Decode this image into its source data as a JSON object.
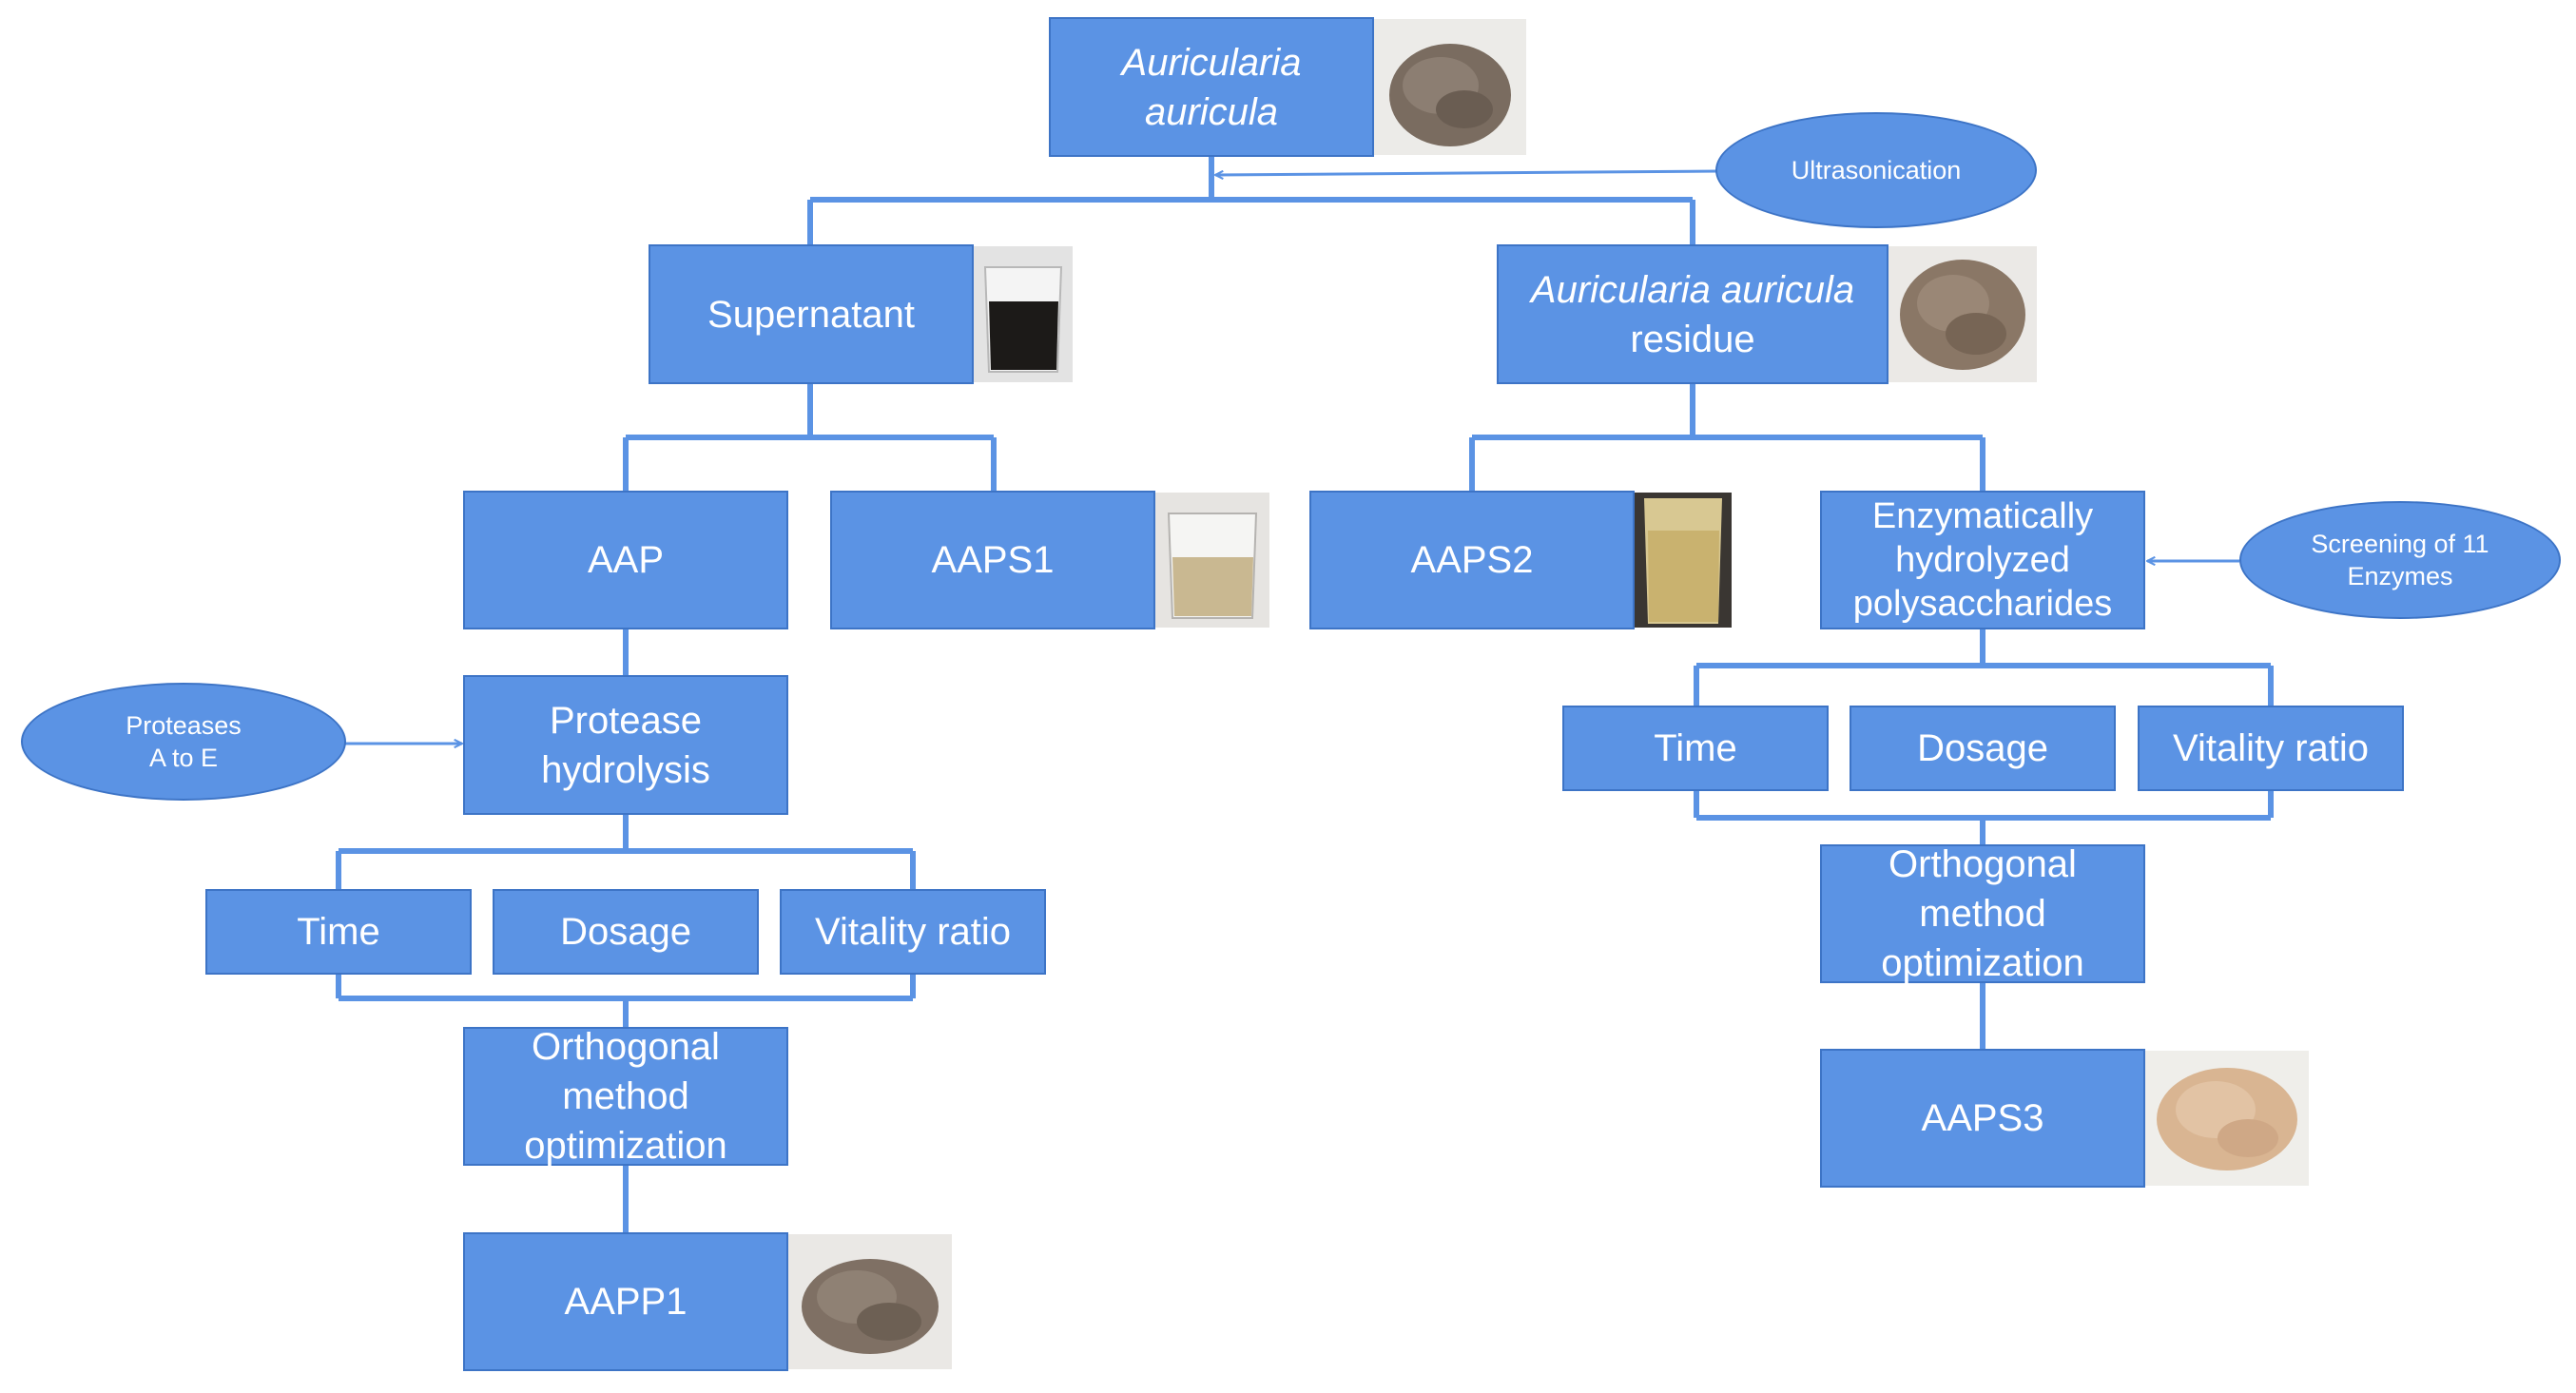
{
  "colors": {
    "box_fill": "#5b93e4",
    "box_border": "#3d74c6",
    "connector": "#5b93e4",
    "text": "#ffffff"
  },
  "nodes": {
    "auricularia": {
      "line1": "Auricularia",
      "line2": "auricula"
    },
    "supernatant": "Supernatant",
    "residue": {
      "line1": "Auricularia auricula",
      "line2": "residue"
    },
    "aap": "AAP",
    "aaps1": "AAPS1",
    "aaps2": "AAPS2",
    "enzymatic": {
      "line1": "Enzymatically",
      "line2": "hydrolyzed",
      "line3": "polysaccharides"
    },
    "protease_hydrolysis": {
      "line1": "Protease",
      "line2": "hydrolysis"
    },
    "left_time": "Time",
    "left_dosage": "Dosage",
    "left_vitality": "Vitality ratio",
    "left_orthogonal": {
      "line1": "Orthogonal",
      "line2": "method",
      "line3": "optimization"
    },
    "aapp1": "AAPP1",
    "right_time": "Time",
    "right_dosage": "Dosage",
    "right_vitality": "Vitality ratio",
    "right_orthogonal": {
      "line1": "Orthogonal",
      "line2": "method",
      "line3": "optimization"
    },
    "aaps3": "AAPS3"
  },
  "ellipses": {
    "ultrasonication": "Ultrasonication",
    "proteases": {
      "line1": "Proteases",
      "line2": "A to E"
    },
    "screening": {
      "line1": "Screening of 11",
      "line2": "Enzymes"
    }
  },
  "photos": {
    "raw_powder": "powder-photo",
    "supernatant_beaker": "dark-liquid-beaker-photo",
    "residue_powder": "powder-photo",
    "aaps1_beaker": "clear-liquid-beaker-photo",
    "aaps2_beaker": "yellow-liquid-beaker-photo",
    "aapp1_powder": "powder-photo",
    "aaps3_powder": "light-powder-photo"
  }
}
